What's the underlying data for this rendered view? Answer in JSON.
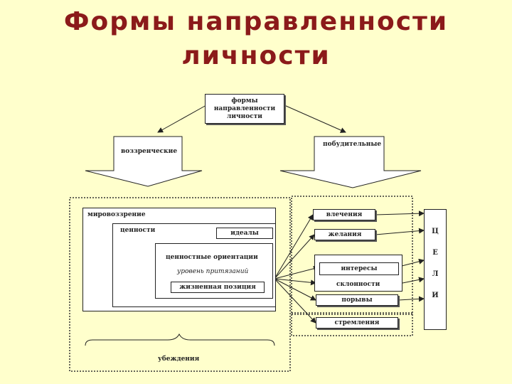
{
  "title": {
    "line1": "Формы направленности",
    "line2": "личности"
  },
  "diagram": {
    "root": "формы направленности личности",
    "left_branch": "воззренческие",
    "right_branch": "побудительные",
    "worldview": "мировоззрение",
    "values": "ценности",
    "ideals": "идеалы",
    "value_orientations": "ценностные ориентации",
    "level_of_claims": "уровень притязаний",
    "life_position": "жизненная позиция",
    "beliefs": "убеждения",
    "motives": [
      "влечения",
      "желания",
      "интересы",
      "склонности",
      "порывы",
      "стремления"
    ],
    "goals_letters": [
      "Ц",
      "Е",
      "Л",
      "И"
    ]
  }
}
